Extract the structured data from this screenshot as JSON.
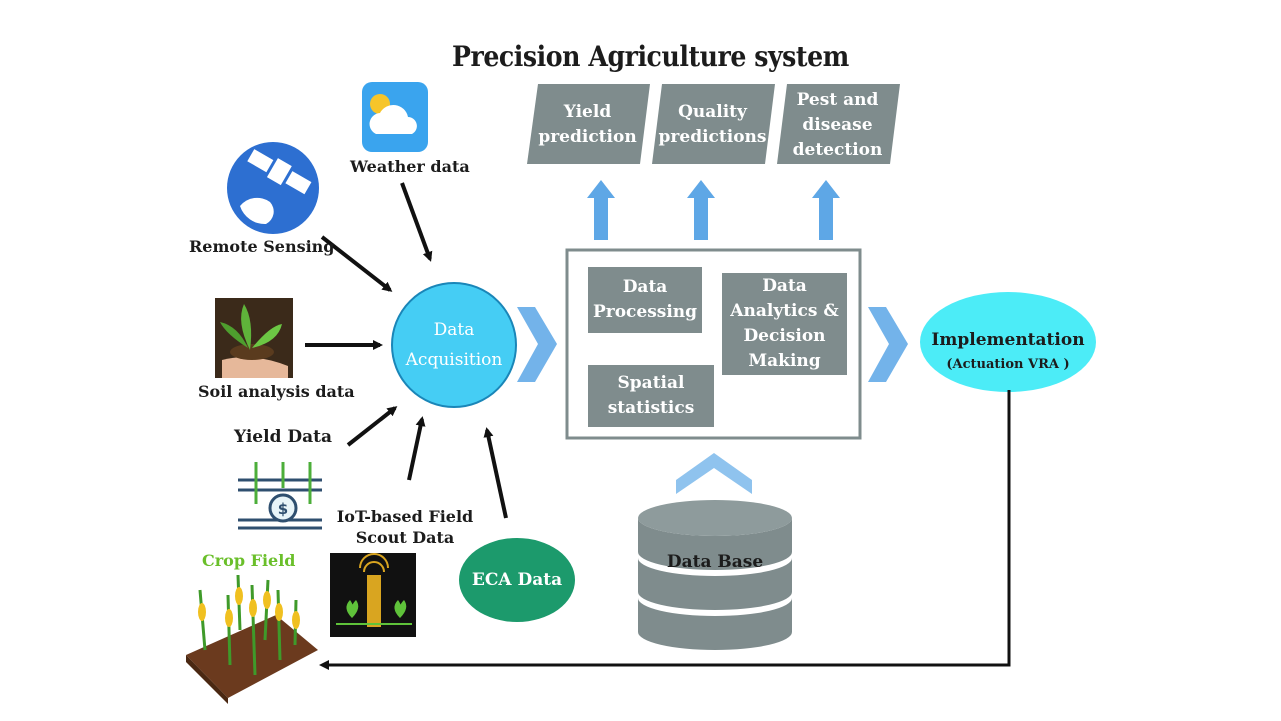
{
  "title": "Precision Agriculture system",
  "sources": {
    "weather": "Weather data",
    "remote_sensing": "Remote Sensing",
    "soil": "Soil analysis data",
    "yield": "Yield Data",
    "iot": "IoT-based Field\nScout Data",
    "eca": "ECA Data"
  },
  "crop_field": "Crop Field",
  "acquisition": "Data\nAcquisition",
  "processing": {
    "data_processing": "Data\nProcessing",
    "analytics": "Data\nAnalytics &\nDecision\nMaking",
    "spatial": "Spatial\nstatistics"
  },
  "outputs": {
    "yield_prediction": "Yield\nprediction",
    "quality_predictions": "Quality\npredictions",
    "pest_detection": "Pest and\ndisease\ndetection"
  },
  "database": "Data Base",
  "implementation": {
    "label": "Implementation",
    "sub": "(Actuation VRA )"
  },
  "colors": {
    "gray_box": "#7f8c8d",
    "light_blue": "#8fc3ee",
    "cyan_circle": "#45cdf4",
    "implementation": "#4cecf7",
    "eca": "#1c9a6c",
    "crop_label": "#6abf2a"
  }
}
